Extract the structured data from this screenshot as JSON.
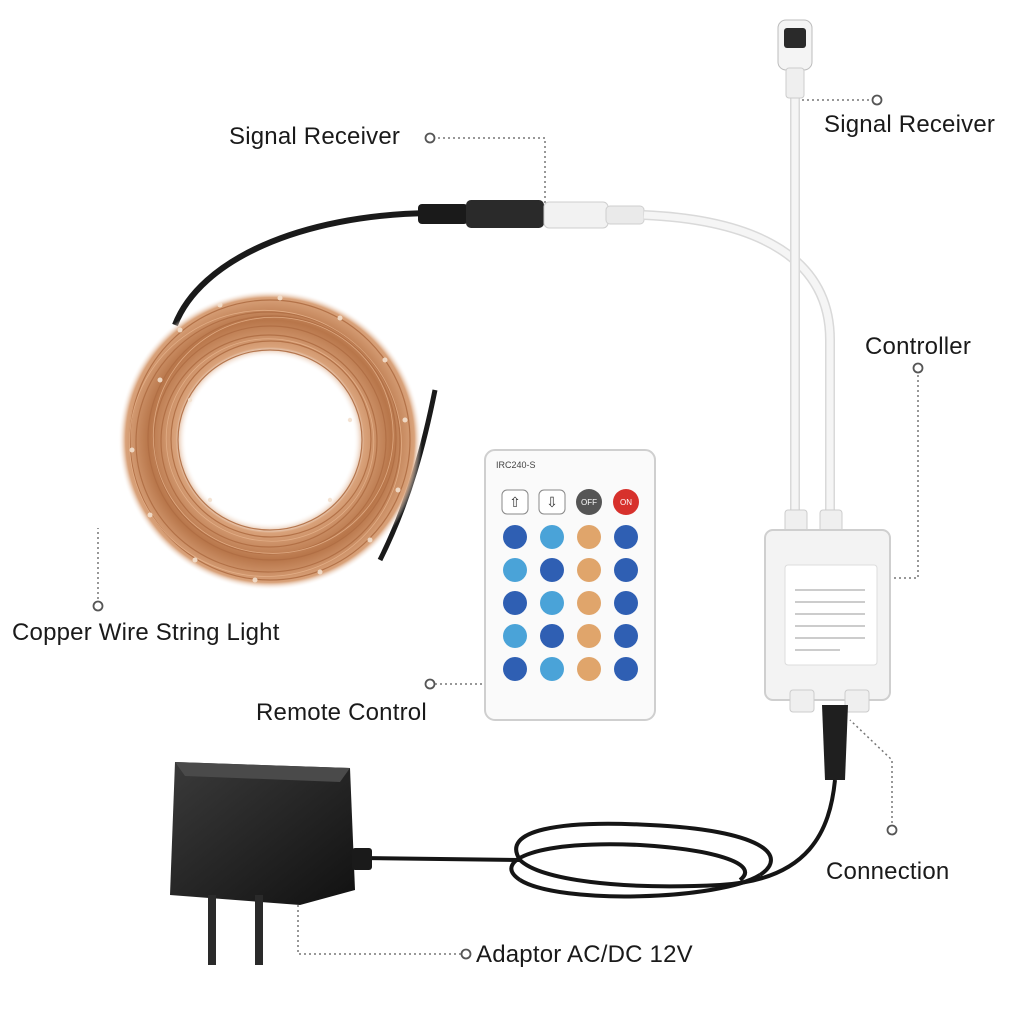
{
  "labels": {
    "signal_receiver_left": "Signal Receiver",
    "signal_receiver_right": "Signal Receiver",
    "controller": "Controller",
    "copper_wire": "Copper Wire String Light",
    "remote_control": "Remote Control",
    "connection": "Connection",
    "adaptor": "Adaptor AC/DC 12V"
  },
  "remote": {
    "model": "IRC240-S",
    "top_row": [
      "⇧",
      "⇩",
      "OFF",
      "ON"
    ]
  },
  "colors": {
    "copper": "#c9875a",
    "wire_black": "#1a1a1a",
    "cable_white": "#eeeeee",
    "button_blue": "#2f5fb3",
    "button_light_blue": "#4aa3d8",
    "button_orange": "#e0a56b",
    "button_on_red": "#d7312c",
    "button_off_gray": "#555555"
  }
}
